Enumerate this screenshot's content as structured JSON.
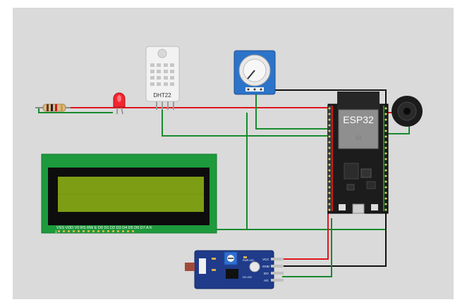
{
  "sim": {
    "components": {
      "dht": {
        "label": "DHT22"
      },
      "esp32": {
        "label": "ESP32"
      },
      "lcd": {
        "pin_labels": "VSS VDD V0 RS RW E D0 D1 D2 D3 D4 D5 D6 D7 A K",
        "pin_number": "1"
      },
      "ldr_module": {
        "pins": [
          "VCC",
          "GND",
          "DO",
          "AO"
        ],
        "leds": [
          "PWR LED",
          "DO LED"
        ]
      }
    },
    "colors": {
      "canvas": "#dadada",
      "wire_red": "#e0141d",
      "wire_green": "#178a2e",
      "wire_black": "#111111",
      "lcd_frame": "#1d9a3c",
      "lcd_screen": "#7d9d14",
      "esp_board": "#1c1c1c",
      "ldr_board": "#1f3b8a"
    }
  }
}
